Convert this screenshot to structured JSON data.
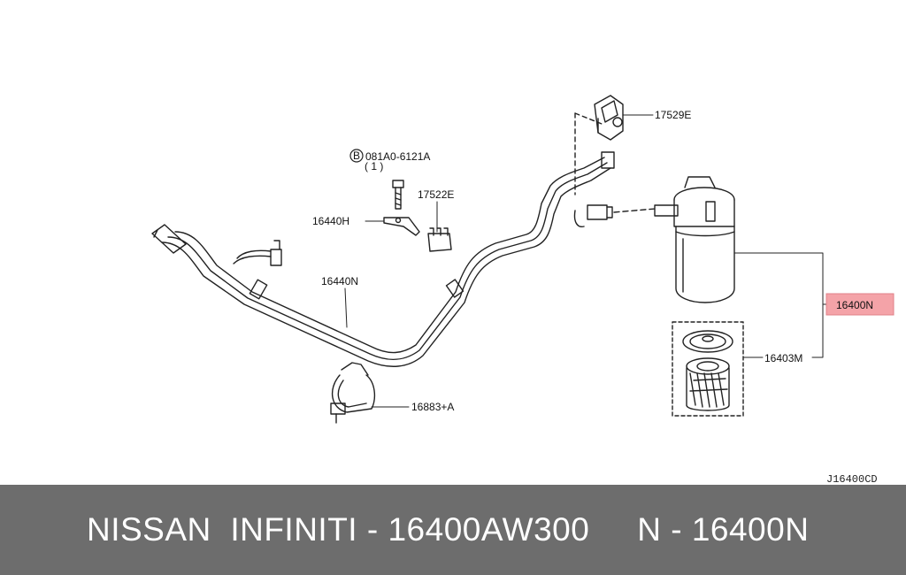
{
  "diagram": {
    "code": "J16400CD",
    "parts": {
      "bolt": "081A0-6121A",
      "bolt_qty": "( 1 )",
      "bolt_marker": "B",
      "clip_top": "17529E",
      "bracket": "16440H",
      "clip_mid": "17522E",
      "tube": "16440N",
      "clamp": "16883+A",
      "filter": "16400N",
      "element": "16403M"
    },
    "highlight_color": "#f4a3a8"
  },
  "footer": {
    "brand": "NISSAN  INFINITI - 16400AW300",
    "separator": "     ",
    "ref": "N - 16400N"
  }
}
